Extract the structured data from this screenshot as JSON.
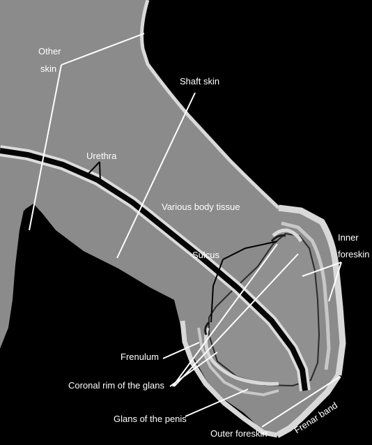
{
  "colors": {
    "background": "#000000",
    "tissue": "#8a8a8a",
    "skin_band": "#dcdcdc",
    "urethra": "#050505",
    "label_text": "#ffffff",
    "leader_line": "#ffffff"
  },
  "labels": {
    "other_skin_line1": "Other",
    "other_skin_line2": "skin",
    "shaft_skin": "Shaft skin",
    "urethra": "Urethra",
    "various_body_tissue": "Various body tissue",
    "sulcus": "Sulcus",
    "inner_foreskin_line1": "Inner",
    "inner_foreskin_line2": "foreskin",
    "frenulum": "Frenulum",
    "coronal_rim": "Coronal rim of the glans",
    "glans": "Glans of the penis",
    "outer_foreskin": "Outer foreskin",
    "frenar_band": "Frenar band"
  }
}
